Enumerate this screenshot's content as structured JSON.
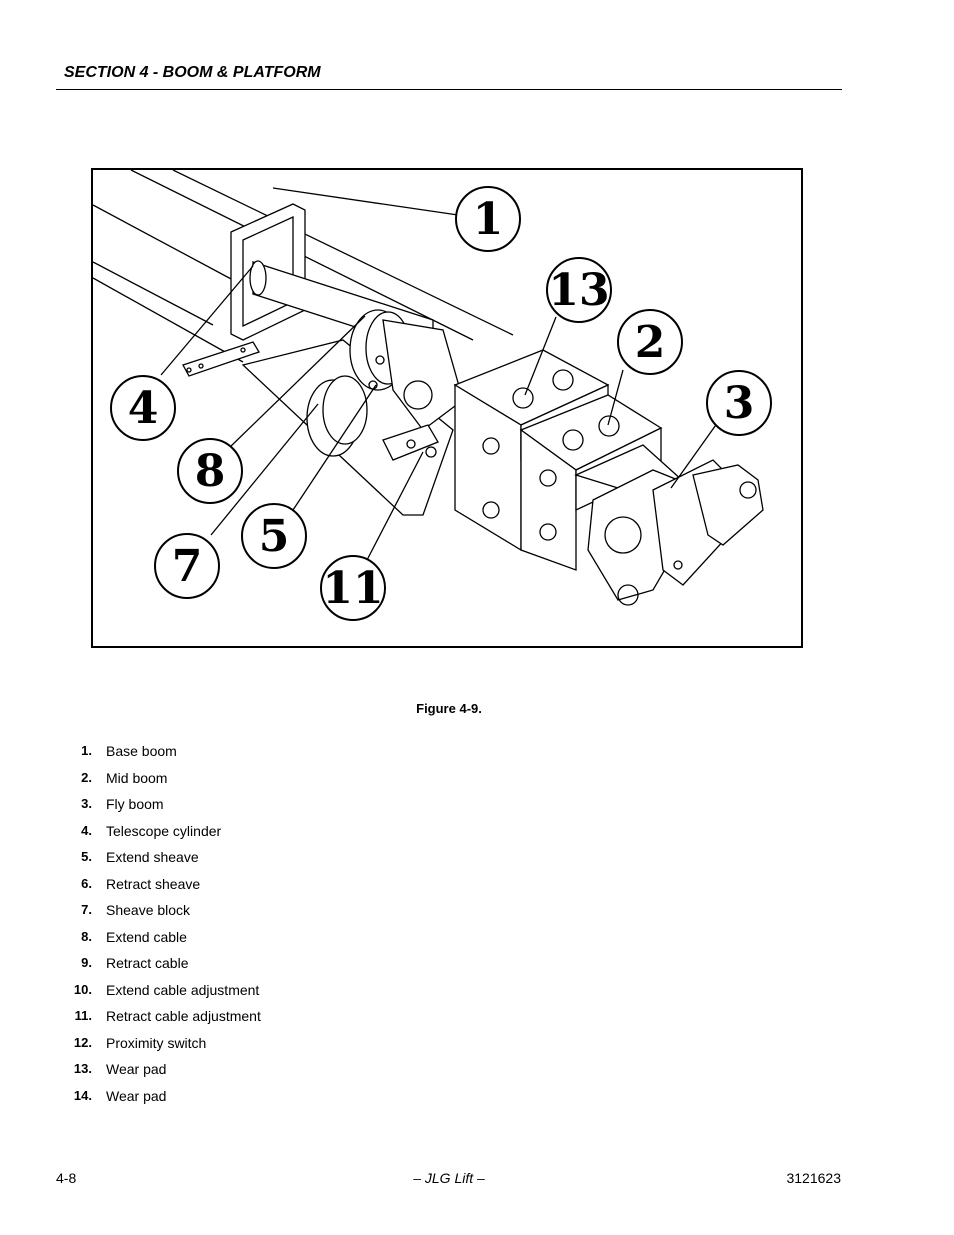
{
  "header": {
    "section_title": "SECTION 4 - BOOM & PLATFORM"
  },
  "figure": {
    "caption": "Figure 4-9.",
    "callouts": [
      "1",
      "13",
      "2",
      "3",
      "4",
      "8",
      "5",
      "7",
      "11"
    ]
  },
  "legend": [
    {
      "num": "1.",
      "label": "Base boom"
    },
    {
      "num": "2.",
      "label": "Mid boom"
    },
    {
      "num": "3.",
      "label": "Fly boom"
    },
    {
      "num": "4.",
      "label": "Telescope cylinder"
    },
    {
      "num": "5.",
      "label": "Extend sheave"
    },
    {
      "num": "6.",
      "label": "Retract sheave"
    },
    {
      "num": "7.",
      "label": "Sheave block"
    },
    {
      "num": "8.",
      "label": "Extend cable"
    },
    {
      "num": "9.",
      "label": "Retract cable"
    },
    {
      "num": "10.",
      "label": "Extend cable adjustment"
    },
    {
      "num": "11.",
      "label": "Retract cable adjustment"
    },
    {
      "num": "12.",
      "label": "Proximity switch"
    },
    {
      "num": "13.",
      "label": "Wear pad"
    },
    {
      "num": "14.",
      "label": "Wear pad"
    }
  ],
  "footer": {
    "page": "4-8",
    "center": "– JLG Lift –",
    "doc_number": "3121623"
  }
}
